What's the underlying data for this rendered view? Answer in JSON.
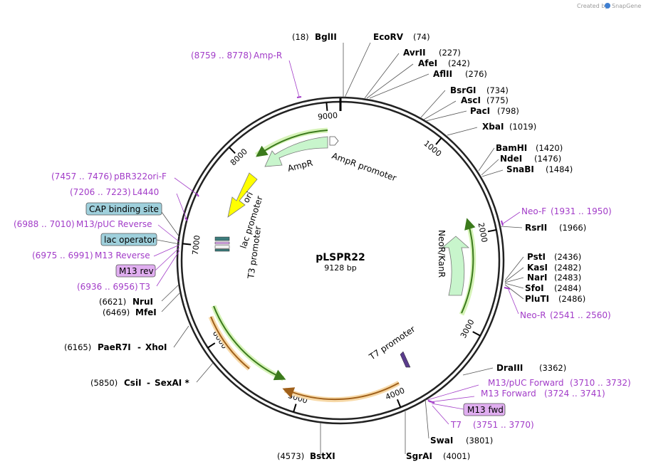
{
  "watermark": {
    "text": "Created by",
    "brand": "SnapGene"
  },
  "plasmid": {
    "name": "pLSPR22",
    "size": "9128 bp"
  },
  "ticks": [
    "1000",
    "2000",
    "3000",
    "4000",
    "5000",
    "6000",
    "7000",
    "8000",
    "9000"
  ],
  "sites": [
    {
      "pos": "(18)",
      "name": "BglII"
    },
    {
      "name": "EcoRV",
      "pos": "(74)"
    },
    {
      "name": "AvrII",
      "pos": "(227)"
    },
    {
      "name": "AfeI",
      "pos": "(242)"
    },
    {
      "name": "AflII",
      "pos": "(276)"
    },
    {
      "name": "BsrGI",
      "pos": "(734)"
    },
    {
      "name": "AscI",
      "pos": "(775)"
    },
    {
      "name": "PacI",
      "pos": "(798)"
    },
    {
      "name": "XbaI",
      "pos": "(1019)"
    },
    {
      "name": "BamHI",
      "pos": "(1420)"
    },
    {
      "name": "NdeI",
      "pos": "(1476)"
    },
    {
      "name": "SnaBI",
      "pos": "(1484)"
    },
    {
      "name": "RsrII",
      "pos": "(1966)"
    },
    {
      "name": "PstI",
      "pos": "(2436)"
    },
    {
      "name": "KasI",
      "pos": "(2482)"
    },
    {
      "name": "NarI",
      "pos": "(2483)"
    },
    {
      "name": "SfoI",
      "pos": "(2484)"
    },
    {
      "name": "PluTI",
      "pos": "(2486)"
    },
    {
      "name": "DraIII",
      "pos": "(3362)"
    },
    {
      "name": "SwaI",
      "pos": "(3801)"
    },
    {
      "name": "SgrAI",
      "pos": "(4001)"
    },
    {
      "pos": "(4573)",
      "name": "BstXI"
    },
    {
      "pos": "(5850)",
      "name": "CsiI",
      "name2": "SexAI *"
    },
    {
      "pos": "(6165)",
      "name": "PaeR7I",
      "name2": "XhoI"
    },
    {
      "pos": "(6469)",
      "name": "MfeI"
    },
    {
      "pos": "(6621)",
      "name": "NruI"
    }
  ],
  "primers": [
    {
      "range": "(8759 .. 8778)",
      "name": "Amp-R"
    },
    {
      "range": "(7457 .. 7476)",
      "name": "pBR322ori-F"
    },
    {
      "range": "(7206 .. 7223)",
      "name": "L4440"
    },
    {
      "range": "(6988 .. 7010)",
      "name": "M13/pUC Reverse"
    },
    {
      "range": "(6975 .. 6991)",
      "name": "M13 Reverse"
    },
    {
      "range": "(6936 .. 6956)",
      "name": "T3"
    },
    {
      "name": "Neo-F",
      "range": "(1931 .. 1950)"
    },
    {
      "name": "Neo-R",
      "range": "(2541 .. 2560)"
    },
    {
      "name": "M13/pUC Forward",
      "range": "(3710 .. 3732)"
    },
    {
      "name": "M13 Forward",
      "range": "(3724 .. 3741)"
    },
    {
      "name": "T7",
      "range": "(3751 .. 3770)"
    }
  ],
  "boxed_features": [
    {
      "name": "CAP binding site",
      "color": "#9fd0dc"
    },
    {
      "name": "lac operator",
      "color": "#9fd0dc"
    },
    {
      "name": "M13 rev",
      "color": "#e0aef0"
    },
    {
      "name": "M13 fwd",
      "color": "#e0aef0"
    }
  ],
  "features": [
    {
      "name": "AmpR promoter"
    },
    {
      "name": "AmpR",
      "color": "#c8f5cc"
    },
    {
      "name": "ori",
      "color": "#ffff00"
    },
    {
      "name": "lac promoter"
    },
    {
      "name": "T3 promoter"
    },
    {
      "name": "NeoR/KanR",
      "color": "#c8f5cc"
    },
    {
      "name": "T7 promoter"
    }
  ],
  "colors": {
    "backbone": "#222222",
    "primer": "#a23cc8",
    "orf_green": "#5ca832",
    "orf_orange": "#d48a2a",
    "glow_green": "#d6f3b8",
    "glow_orange": "#f7d9a8"
  }
}
